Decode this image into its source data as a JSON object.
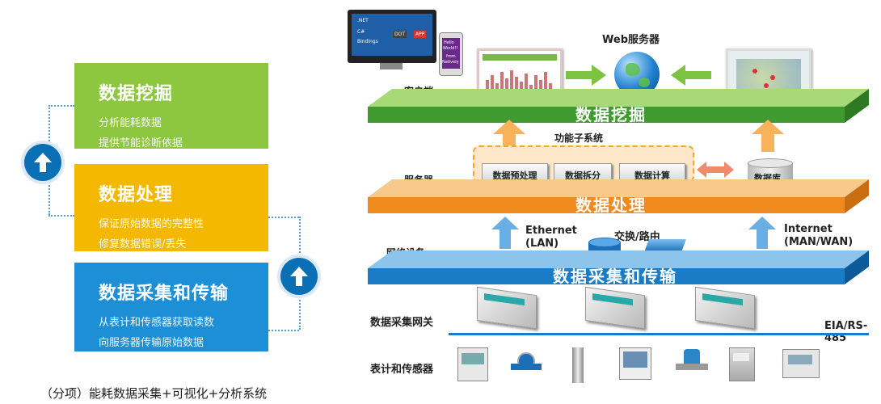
{
  "left": {
    "cards": [
      {
        "title": "数据挖掘",
        "lines": [
          "分析能耗数据",
          "提供节能诊断依据"
        ]
      },
      {
        "title": "数据处理",
        "lines": [
          "保证原始数据的完整性",
          "修复数据错误/丢失"
        ]
      },
      {
        "title": "数据采集和传输",
        "lines": [
          "从表计和传感器获取读数",
          "向服务器传输原始数据"
        ]
      }
    ],
    "caption": "（分项）能耗数据采集+可视化+分析系统"
  },
  "diagram": {
    "web_server": "Web服务器",
    "client": "客户端",
    "server": "服务器",
    "network_device": "网络设备",
    "gateway": "数据采集网关",
    "meters_sensors": "表计和传感器",
    "function_subsystem": "功能子系统",
    "bands": {
      "mining": "数据挖掘",
      "processing": "数据处理",
      "collect": "数据采集和传输"
    },
    "modules": [
      "数据预处理",
      "数据拆分",
      "数据计算"
    ],
    "database": "数据库",
    "ethernet": [
      "Ethernet",
      "(LAN)"
    ],
    "switch_router": "交换/路由",
    "internet": [
      "Internet",
      "(MAN/WAN)"
    ],
    "bus": "EIA/RS-485",
    "monitor_text": [
      ".NET",
      "C#",
      "Bindings",
      "DOT",
      "APP"
    ],
    "phone_text": [
      "Hello",
      "World!!",
      "from",
      "Natively"
    ],
    "colors": {
      "green": "#7ec242",
      "orange": "#f5a623",
      "blue": "#1a85c8",
      "darkblue": "#0a6fb5"
    }
  }
}
